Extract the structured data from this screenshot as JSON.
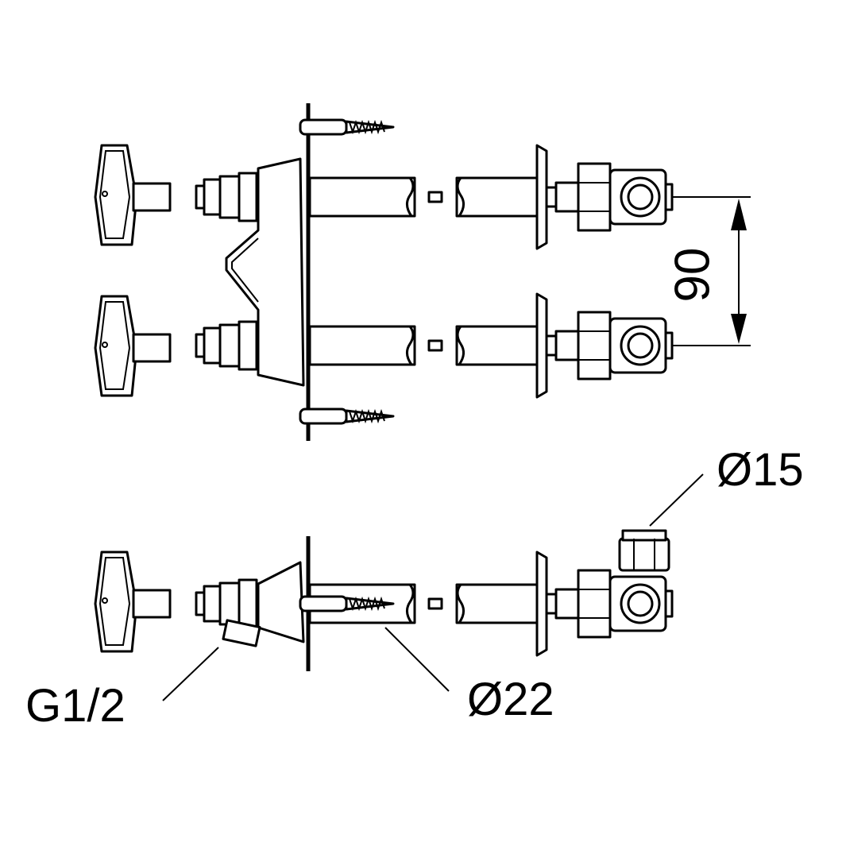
{
  "dimensions": {
    "spacing": "90",
    "outlet_diameter": "Ø15",
    "pipe_diameter": "Ø22",
    "thread": "G1/2"
  },
  "colors": {
    "line": "#000000",
    "background": "#ffffff"
  }
}
